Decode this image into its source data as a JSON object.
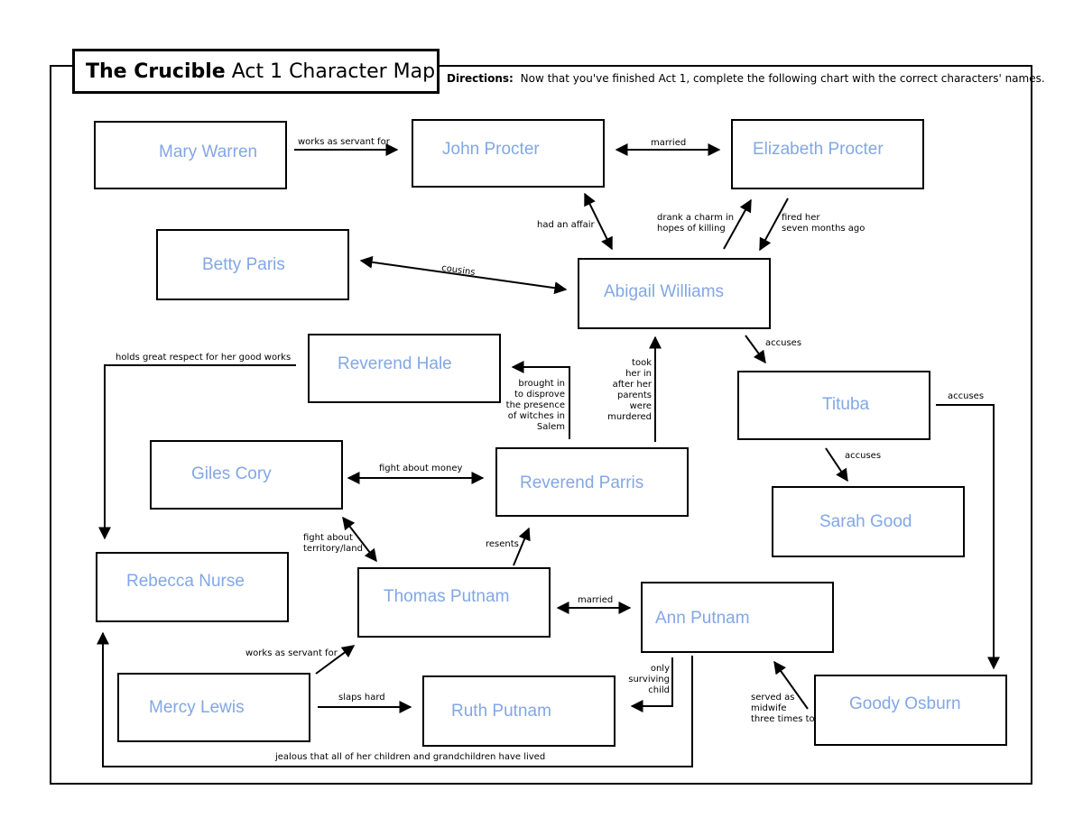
{
  "title": {
    "bold": "The Crucible",
    "rest": "Act 1 Character Map"
  },
  "directions": {
    "label": "Directions:",
    "text": "Now that you've finished Act 1, complete the following chart with the correct characters' names."
  },
  "characters": {
    "mary_warren": "Mary Warren",
    "john_procter": "John  Procter",
    "elizabeth_procter": "Elizabeth Procter",
    "betty_paris": "Betty Paris",
    "abigail_williams": "Abigail Williams",
    "reverend_hale": "Reverend Hale",
    "tituba": "Tituba",
    "giles_cory": "Giles Cory",
    "reverend_parris": "Reverend Parris",
    "sarah_good": "Sarah Good",
    "rebecca_nurse": "Rebecca Nurse",
    "thomas_putnam": "Thomas Putnam",
    "ann_putnam": "Ann Putnam",
    "mercy_lewis": "Mercy Lewis",
    "ruth_putnam": "Ruth Putnam",
    "goody_osburn": "Goody Osburn"
  },
  "relations": {
    "works_as_servant_for_1": "works as servant for",
    "married_1": "married",
    "had_an_affair": "had an affair",
    "drank_a_charm": "drank a charm in\nhopes of killing",
    "fired_her": "fired her\nseven months ago",
    "cousins": "cousins",
    "accuses_1": "accuses",
    "holds_great_respect": "holds great respect for her good works",
    "brought_in": "brought in\nto disprove\nthe presence\nof witches in\nSalem",
    "took_her_in": "took\nher in\nafter her\nparents\nwere\nmurdered",
    "accuses_2": "accuses",
    "accuses_3": "accuses",
    "fight_about_money": "fight about money",
    "fight_about_territory": "fight about\nterritory/land",
    "resents": "resents",
    "married_2": "married",
    "works_as_servant_for_2": "works as servant for",
    "only_surviving_child": "only\nsurviving\nchild",
    "slaps_hard": "slaps hard",
    "served_as_midwife": "served as\nmidwife\nthree times to",
    "jealous": "jealous that all of her children and grandchildren have lived"
  },
  "colors": {
    "name_text": "#82a7e6",
    "lines": "#000000"
  }
}
